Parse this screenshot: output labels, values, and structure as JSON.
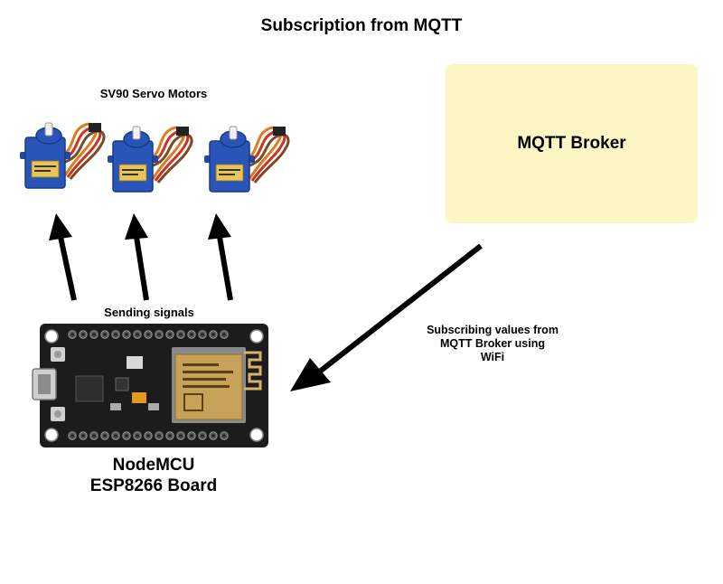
{
  "title": "Subscription from MQTT",
  "servo_heading": "SV90 Servo Motors",
  "broker_label": "MQTT Broker",
  "signals_label": "Sending signals",
  "subscribe_label": {
    "line1": "Subscribing values from",
    "line2": "MQTT Broker using",
    "line3": "WiFi"
  },
  "board_label": {
    "line1": "NodeMCU",
    "line2": "ESP8266 Board"
  },
  "servo_count": 3,
  "colors": {
    "broker_fill": "#fcf6c4",
    "servo_body": "#2a55b8",
    "board": "#1c1c1c",
    "wifi_module": "#c9a25a",
    "arrow": "#000000"
  }
}
